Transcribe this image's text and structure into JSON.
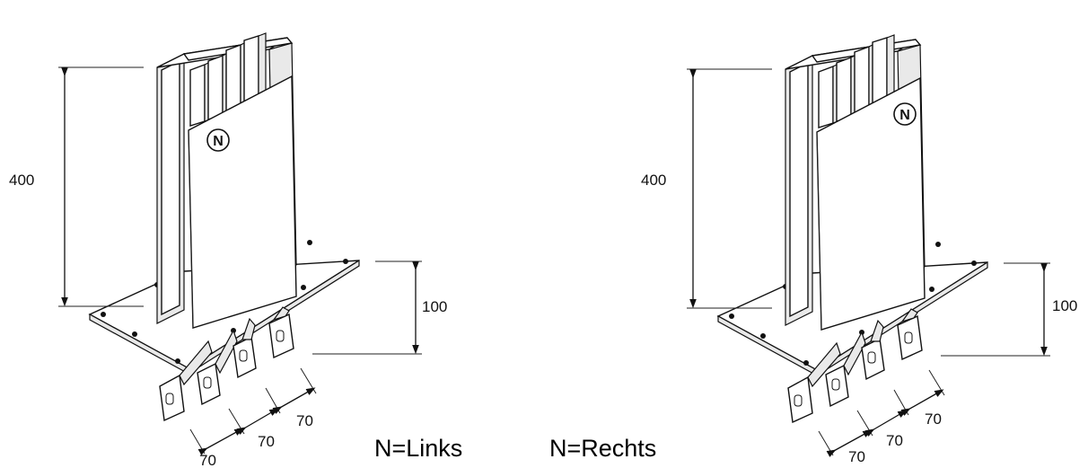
{
  "figure": {
    "left": {
      "neutral_label": "N",
      "dim_height": "400",
      "dim_plate": "100",
      "dim_spacing": [
        "70",
        "70",
        "70"
      ]
    },
    "right": {
      "neutral_label": "N",
      "dim_height": "400",
      "dim_plate": "100",
      "dim_spacing": [
        "70",
        "70",
        "70"
      ]
    }
  },
  "captions": {
    "left": "N=Links",
    "right": "N=Rechts"
  }
}
